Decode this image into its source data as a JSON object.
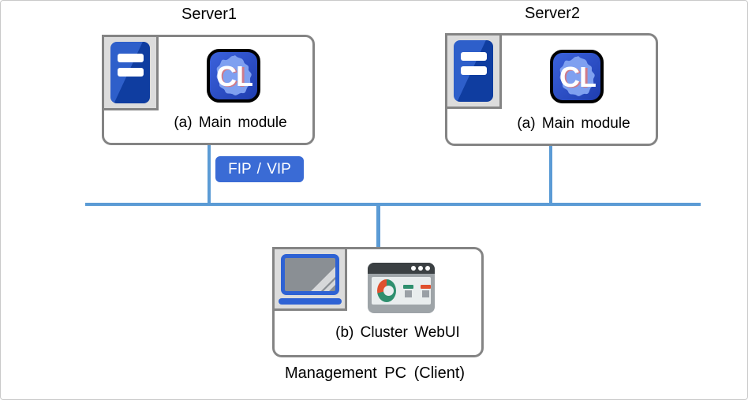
{
  "diagram": {
    "servers": [
      {
        "title": "Server1",
        "module_label": "(a) Main module"
      },
      {
        "title": "Server2",
        "module_label": "(a) Main module"
      }
    ],
    "fip_vip_label": "FIP / VIP",
    "management": {
      "webui_label": "(b) Cluster WebUI",
      "caption": "Management PC (Client)"
    },
    "cl_icon_text": "CL",
    "icons": [
      "server-tower-icon",
      "cl-main-module-icon",
      "laptop-icon",
      "cluster-webui-browser-icon"
    ],
    "colors": {
      "network_line": "#5b9bd5",
      "badge_blue": "#3a6bd5",
      "box_border_gray": "#848484",
      "plate_gray": "#dcdcdc",
      "tower_blue_light": "#2e5fca",
      "tower_blue_dark": "#0f3da0",
      "cl_icon_blue": "#2c50c8",
      "cl_blob_blue": "#7fa0f0",
      "laptop_blue": "#2e62d4",
      "webui_frame_gray": "#9ea4a8",
      "webui_bar_dark": "#3b4043",
      "donut_green": "#2e8f6e",
      "donut_red": "#e0502e"
    }
  }
}
